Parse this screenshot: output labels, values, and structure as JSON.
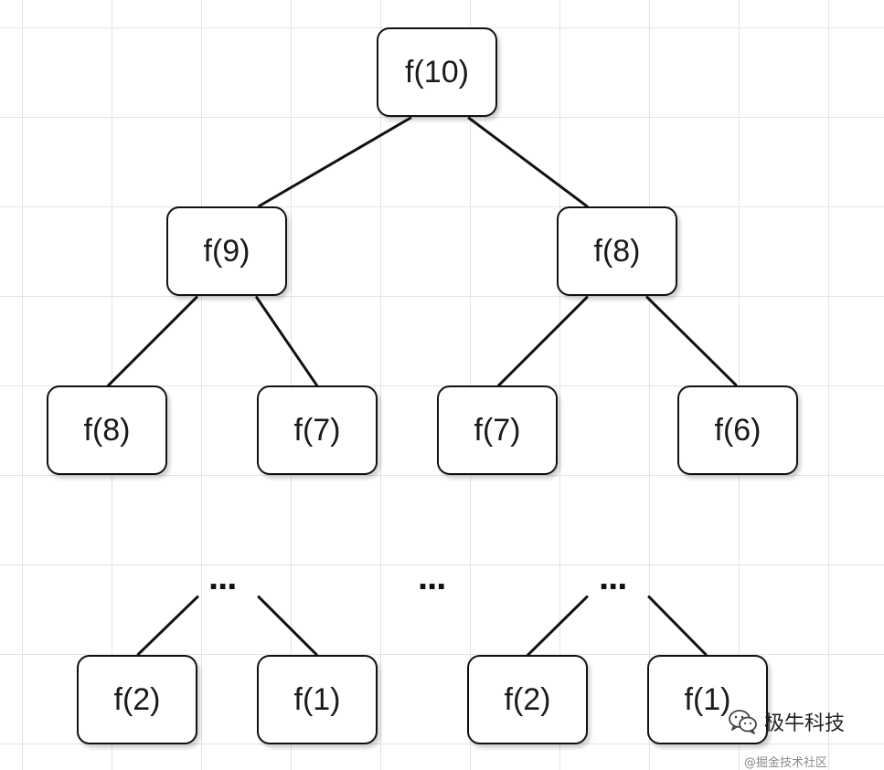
{
  "diagram": {
    "nodes": [
      {
        "id": "n10",
        "label": "f(10)"
      },
      {
        "id": "n9",
        "label": "f(9)"
      },
      {
        "id": "n8a",
        "label": "f(8)"
      },
      {
        "id": "n8b",
        "label": "f(8)"
      },
      {
        "id": "n7a",
        "label": "f(7)"
      },
      {
        "id": "n7b",
        "label": "f(7)"
      },
      {
        "id": "n6",
        "label": "f(6)"
      },
      {
        "id": "n2a",
        "label": "f(2)"
      },
      {
        "id": "n1a",
        "label": "f(1)"
      },
      {
        "id": "n2b",
        "label": "f(2)"
      },
      {
        "id": "n1b",
        "label": "f(1)"
      }
    ],
    "ellipses": [
      {
        "id": "e1",
        "label": "..."
      },
      {
        "id": "e2",
        "label": "..."
      },
      {
        "id": "e3",
        "label": "..."
      }
    ],
    "edges": [
      {
        "from": "n10",
        "to": "n9"
      },
      {
        "from": "n10",
        "to": "n8a"
      },
      {
        "from": "n9",
        "to": "n8b"
      },
      {
        "from": "n9",
        "to": "n7a"
      },
      {
        "from": "n8a",
        "to": "n7b"
      },
      {
        "from": "n8a",
        "to": "n6"
      },
      {
        "from": "e1",
        "to": "n2a"
      },
      {
        "from": "e1",
        "to": "n1a"
      },
      {
        "from": "e3",
        "to": "n2b"
      },
      {
        "from": "e3",
        "to": "n1b"
      }
    ]
  },
  "watermark": {
    "text": "极牛科技",
    "icon": "wechat-icon"
  },
  "caption": "@掘金技术社区"
}
